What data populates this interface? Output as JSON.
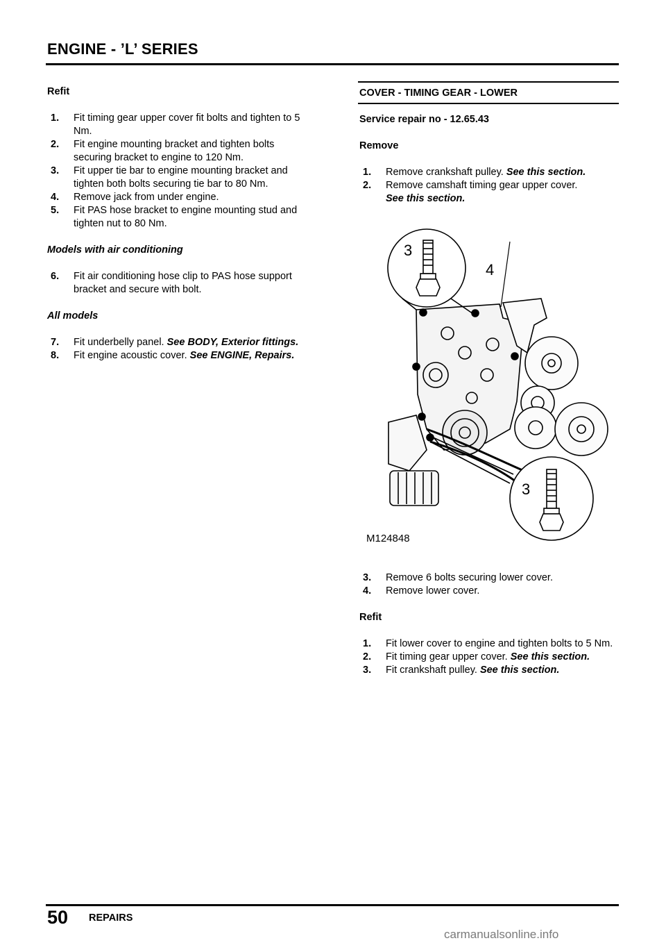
{
  "header": {
    "title": "ENGINE - ’L’ SERIES"
  },
  "left": {
    "refit_heading": "Refit",
    "refit_items": [
      {
        "num": "1.",
        "text": "Fit timing gear upper cover fit bolts and tighten to 5 Nm."
      },
      {
        "num": "2.",
        "text": "Fit engine mounting bracket and tighten bolts securing bracket to engine to 120 Nm."
      },
      {
        "num": "3.",
        "text": "Fit upper tie bar to engine mounting bracket and tighten both bolts securing tie bar to 80 Nm."
      },
      {
        "num": "4.",
        "text": "Remove jack from under engine."
      },
      {
        "num": "5.",
        "text": "Fit PAS hose bracket to engine mounting stud and tighten nut to 80 Nm."
      }
    ],
    "ac_heading": "Models with air conditioning",
    "ac_items": [
      {
        "num": "6.",
        "text": "Fit air conditioning hose clip to PAS hose support bracket and secure with bolt."
      }
    ],
    "all_heading": "All models",
    "all_items": [
      {
        "num": "7.",
        "text": "Fit underbelly panel.",
        "xref": "See  BODY, Exterior fittings."
      },
      {
        "num": "8.",
        "text": "Fit engine acoustic cover.",
        "xref": "See  ENGINE, Repairs."
      }
    ]
  },
  "right": {
    "section_title": "COVER - TIMING GEAR - LOWER",
    "service_repair": "Service repair no - 12.65.43",
    "remove_heading": "Remove",
    "remove_items": [
      {
        "num": "1.",
        "text": "Remove crankshaft pulley.",
        "xref": "See this section."
      },
      {
        "num": "2.",
        "text": "Remove camshaft timing gear upper cover.",
        "xref": "See this section."
      }
    ],
    "figure": {
      "id": "M124848",
      "callouts": [
        "3",
        "4",
        "3"
      ]
    },
    "remove_items_cont": [
      {
        "num": "3.",
        "text": "Remove 6 bolts securing lower cover."
      },
      {
        "num": "4.",
        "text": "Remove lower cover."
      }
    ],
    "refit_heading": "Refit",
    "refit_items": [
      {
        "num": "1.",
        "text": "Fit lower cover to engine and tighten bolts to 5 Nm."
      },
      {
        "num": "2.",
        "text": "Fit timing gear upper cover.",
        "xref": "See this section."
      },
      {
        "num": "3.",
        "text": "Fit crankshaft pulley.",
        "xref": "See this section."
      }
    ]
  },
  "footer": {
    "page_number": "50",
    "label": "REPAIRS"
  },
  "watermark": "carmanualsonline.info"
}
